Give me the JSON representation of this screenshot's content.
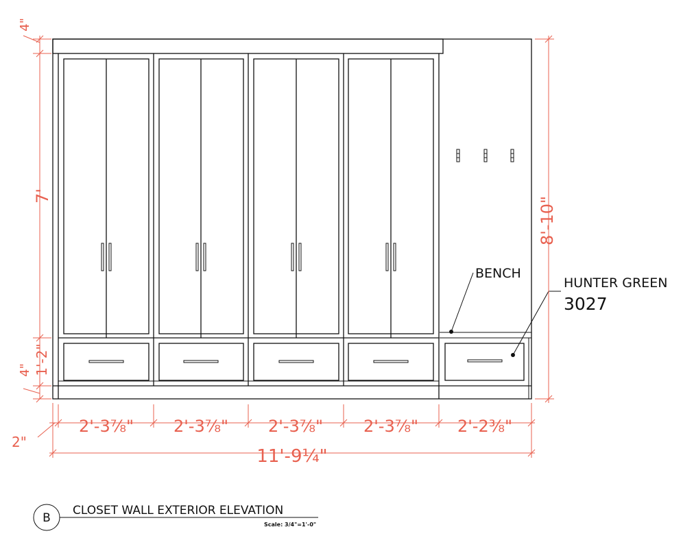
{
  "dims": {
    "top_trim": "4\"",
    "door_height": "7'",
    "drawer_height": "1'-2\"",
    "base_height": "4\"",
    "total_height": "8'-10\"",
    "side_trim": "2\"",
    "bay_1": "2'-3⅞\"",
    "bay_2": "2'-3⅞\"",
    "bay_3": "2'-3⅞\"",
    "bay_4": "2'-3⅞\"",
    "bench_bay": "2'-2⅜\"",
    "total_width": "11'-9¼\""
  },
  "labels": {
    "bench": "BENCH",
    "color_name": "HUNTER GREEN",
    "color_code": "3027"
  },
  "title_block": {
    "marker": "B",
    "title": "CLOSET WALL EXTERIOR ELEVATION",
    "scale": "Scale: 3/4\"=1'-0\""
  },
  "colors": {
    "line": "#111111",
    "dimension": "#e8604f"
  }
}
